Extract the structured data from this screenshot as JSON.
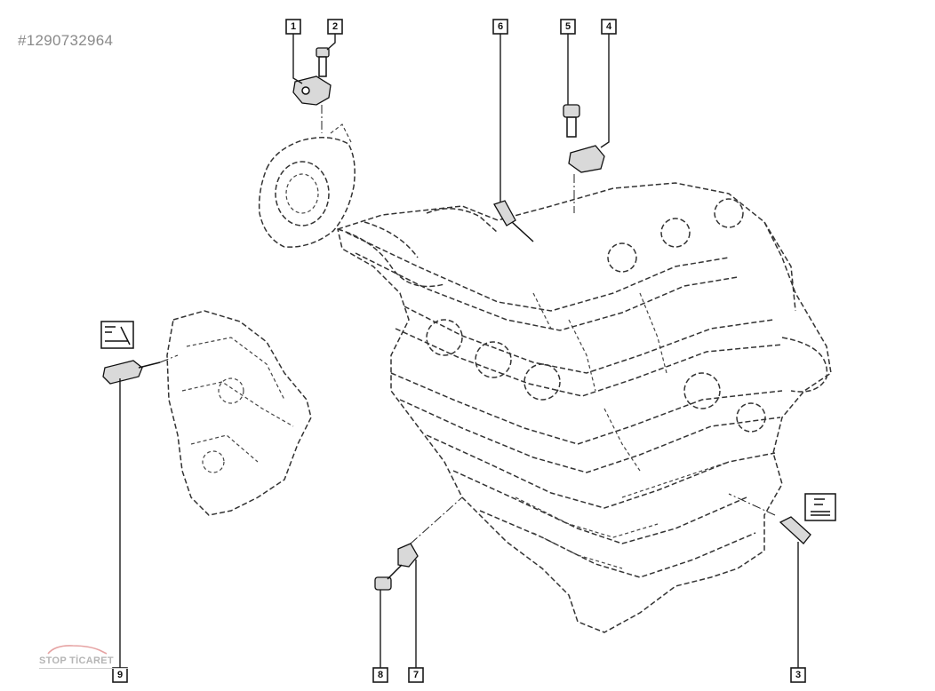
{
  "reference_id": "#1290732964",
  "watermark": {
    "text": "STOP TİCARET"
  },
  "callouts": [
    "1",
    "2",
    "3",
    "4",
    "5",
    "6",
    "7",
    "8",
    "9"
  ],
  "colors": {
    "line": "#1a1a1a",
    "background": "#ffffff",
    "id_text": "#8a8a8a"
  },
  "icons": [
    "engine-block-drawing",
    "sensor-part",
    "bolt-part",
    "tool-reference-icon"
  ]
}
